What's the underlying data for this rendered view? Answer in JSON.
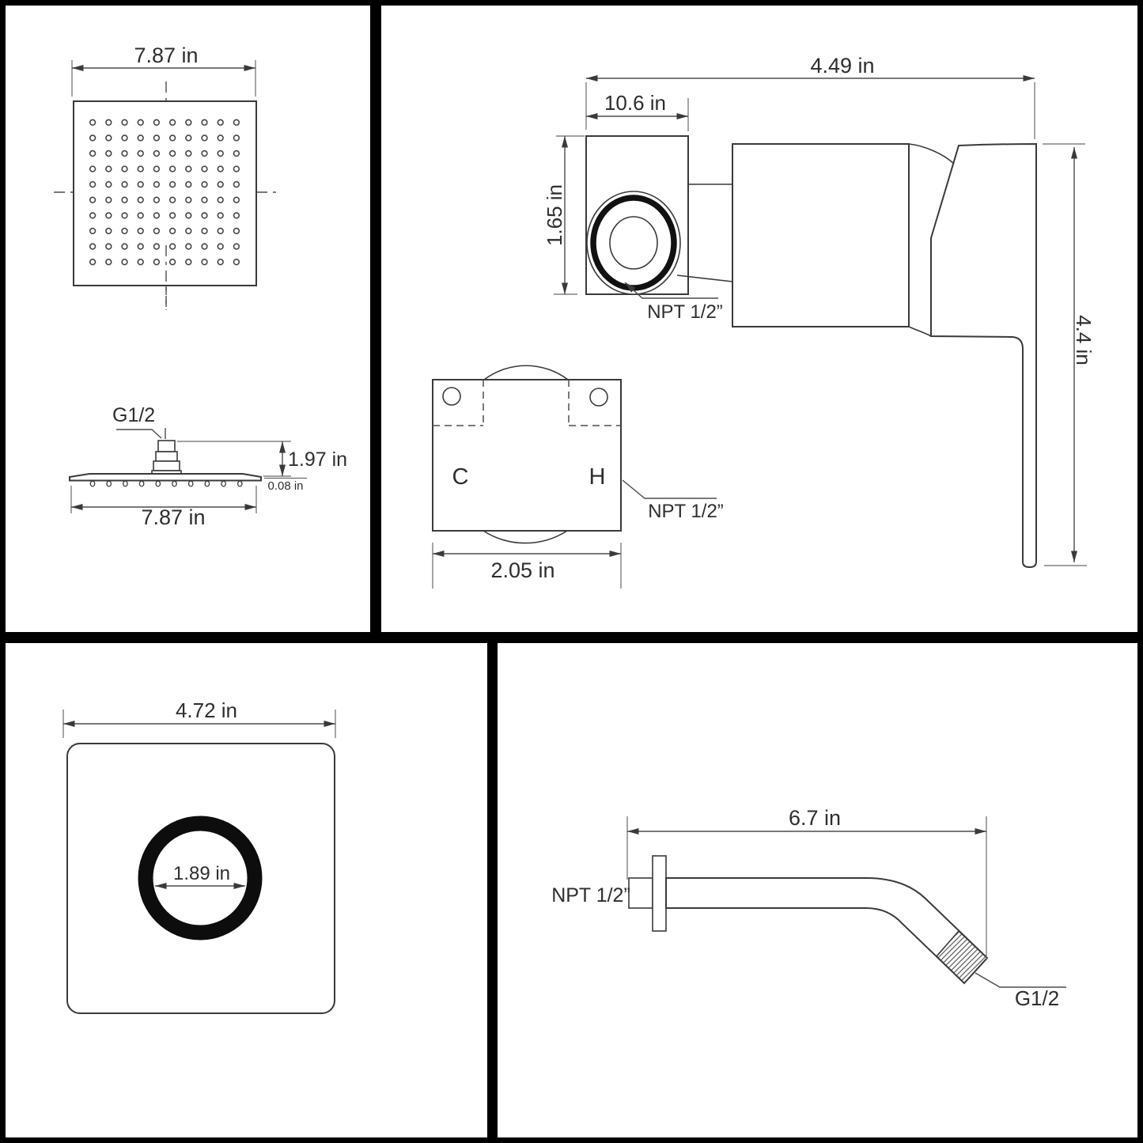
{
  "figure": {
    "type": "plumbing-fixture-dimension-drawing",
    "views": [
      "shower-head-top",
      "shower-head-side",
      "valve-side",
      "valve-back",
      "trim-plate",
      "shower-arm"
    ]
  },
  "colors": {
    "background": "#ffffff",
    "line": "#3a3a3a",
    "divider": "#000000",
    "ring": "#0d0d0d"
  },
  "head_top": {
    "width": "7.87 in"
  },
  "head_side": {
    "thread": "G1/2",
    "height": "1.97 in",
    "thickness": "0.08 in",
    "width": "7.87 in"
  },
  "valve_side": {
    "overall": "4.49 in",
    "top_width": "10.6 in",
    "inlet_height": "1.65 in",
    "handle_height": "4.4 in",
    "thread": "NPT 1/2”"
  },
  "valve_back": {
    "cold": "C",
    "hot": "H",
    "width": "2.05 in",
    "thread": "NPT 1/2”"
  },
  "plate": {
    "width": "4.72 in",
    "hole": "1.89 in"
  },
  "arm": {
    "length": "6.7 in",
    "wall_thread": "NPT 1/2”",
    "outlet_thread": "G1/2"
  }
}
